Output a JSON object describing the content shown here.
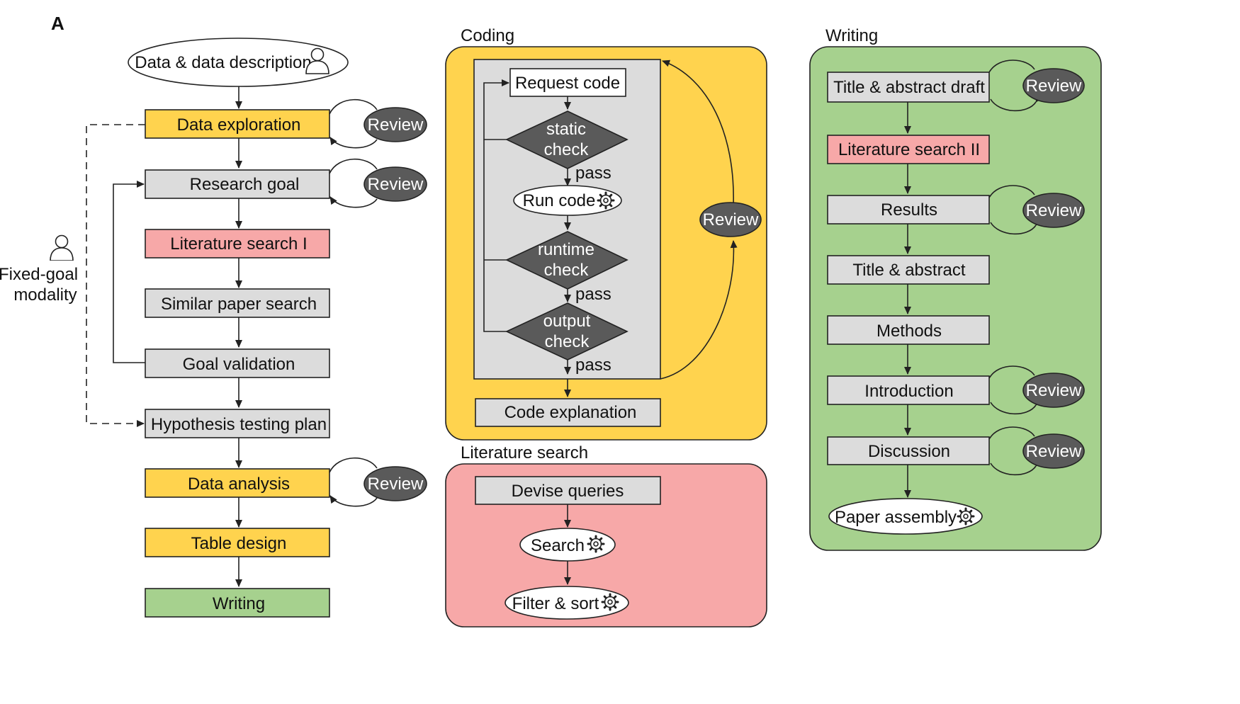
{
  "panel_letter": "A",
  "colors": {
    "yellow": "#FFD34E",
    "gray": "#DCDCDC",
    "pink": "#F7A8A8",
    "green": "#A6D18E",
    "dark": "#5A5A5A",
    "coding_bg": "#FFD34E",
    "lit_bg": "#F7A8A8",
    "writing_bg": "#A6D18E"
  },
  "main_flow": {
    "start": "Data & data description",
    "steps": [
      "Data exploration",
      "Research goal",
      "Literature search I",
      "Similar paper search",
      "Goal validation",
      "Hypothesis testing plan",
      "Data analysis",
      "Table design",
      "Writing"
    ],
    "side_label_line1": "Fixed-goal",
    "side_label_line2": "modality",
    "review": "Review"
  },
  "coding": {
    "title": "Coding",
    "request": "Request code",
    "static_l1": "static",
    "static_l2": "check",
    "run": "Run code",
    "runtime_l1": "runtime",
    "runtime_l2": "check",
    "output_l1": "output",
    "output_l2": "check",
    "pass": "pass",
    "explanation": "Code explanation",
    "review": "Review"
  },
  "literature": {
    "title": "Literature search",
    "queries": "Devise queries",
    "search": "Search",
    "filter": "Filter & sort"
  },
  "writing": {
    "title": "Writing",
    "steps": [
      "Title & abstract draft",
      "Literature search II",
      "Results",
      "Title & abstract",
      "Methods",
      "Introduction",
      "Discussion"
    ],
    "assembly": "Paper assembly",
    "review": "Review"
  }
}
